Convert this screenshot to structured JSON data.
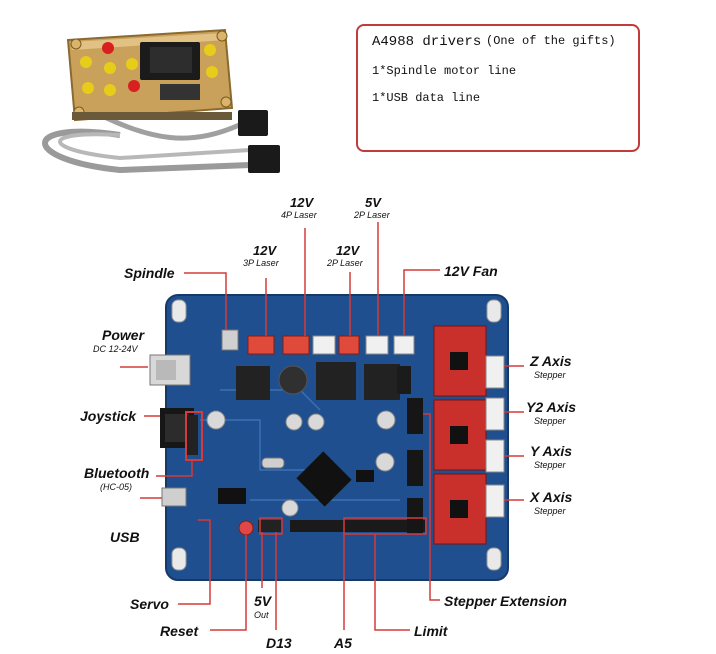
{
  "gift_box": {
    "title": "A4988 drivers",
    "title_note": "(One of the gifts)",
    "line1": "1*Spindle motor line",
    "line2": "1*USB data line"
  },
  "top_labels": {
    "laser_4p": {
      "voltage": "12V",
      "name": "4P Laser"
    },
    "laser_2p_5v": {
      "voltage": "5V",
      "name": "2P Laser"
    },
    "laser_3p": {
      "voltage": "12V",
      "name": "3P Laser"
    },
    "laser_2p_12v": {
      "voltage": "12V",
      "name": "2P Laser"
    },
    "fan": "12V Fan"
  },
  "left_labels": {
    "spindle": "Spindle",
    "power": "Power",
    "power_sub": "DC 12-24V",
    "joystick": "Joystick",
    "bluetooth": "Bluetooth",
    "bluetooth_sub": "(HC-05)",
    "usb": "USB"
  },
  "right_labels": {
    "z_axis": "Z Axis",
    "y2_axis": "Y2 Axis",
    "y_axis": "Y Axis",
    "x_axis": "X Axis",
    "stepper": "Stepper",
    "stepper_extension": "Stepper Extension"
  },
  "bottom_labels": {
    "servo": "Servo",
    "reset": "Reset",
    "five_v": "5V",
    "out": "Out",
    "d13": "D13",
    "a5": "A5",
    "limit": "Limit"
  },
  "colors": {
    "pointer": "#d63a3a",
    "board": "#1f4f8e",
    "driver": "#c9302c",
    "acrylic": "#c9a15a"
  }
}
